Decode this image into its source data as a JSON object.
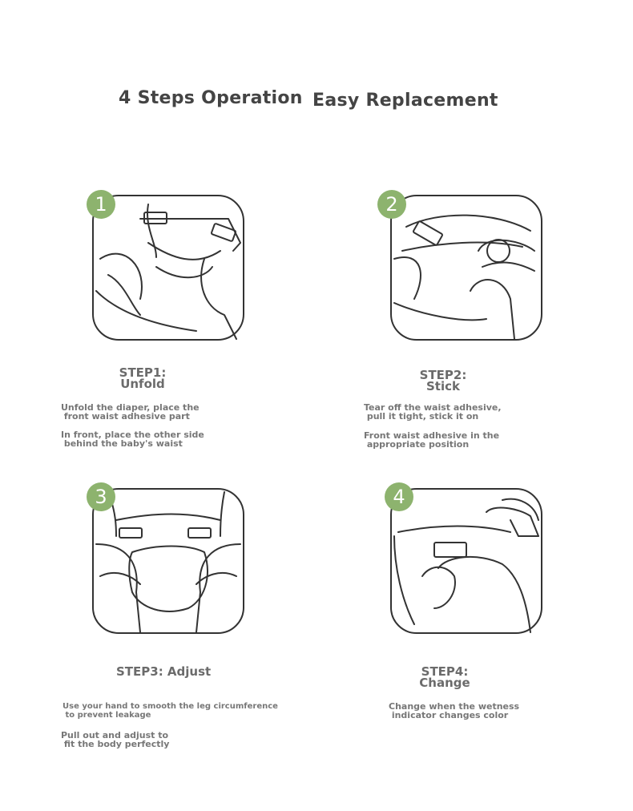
{
  "header": {
    "title_left": "4 Steps Operation",
    "title_right": "Easy Replacement"
  },
  "accent_color": "#8db36e",
  "steps": [
    {
      "number": "1",
      "title_line1": "STEP1:",
      "title_line2": "Unfold",
      "desc1_line1": "Unfold the diaper, place the",
      "desc1_line2": " front waist adhesive part",
      "desc2_line1": "In front, place the other side",
      "desc2_line2": " behind the baby's waist"
    },
    {
      "number": "2",
      "title_line1": "STEP2:",
      "title_line2": "Stick",
      "desc1_line1": "Tear off the waist adhesive,",
      "desc1_line2": " pull it tight, stick it on",
      "desc2_line1": "Front waist adhesive in the",
      "desc2_line2": " appropriate position"
    },
    {
      "number": "3",
      "title_line1": "STEP3: Adjust",
      "title_line2": "",
      "desc1_line1": "Use your hand to smooth the leg circumference",
      "desc1_line2": " to prevent leakage",
      "desc2_line1": "Pull out and adjust to",
      "desc2_line2": " fit the body perfectly"
    },
    {
      "number": "4",
      "title_line1": "STEP4:",
      "title_line2": "Change",
      "desc1_line1": "Change when the wetness",
      "desc1_line2": " indicator changes color",
      "desc2_line1": "",
      "desc2_line2": ""
    }
  ]
}
